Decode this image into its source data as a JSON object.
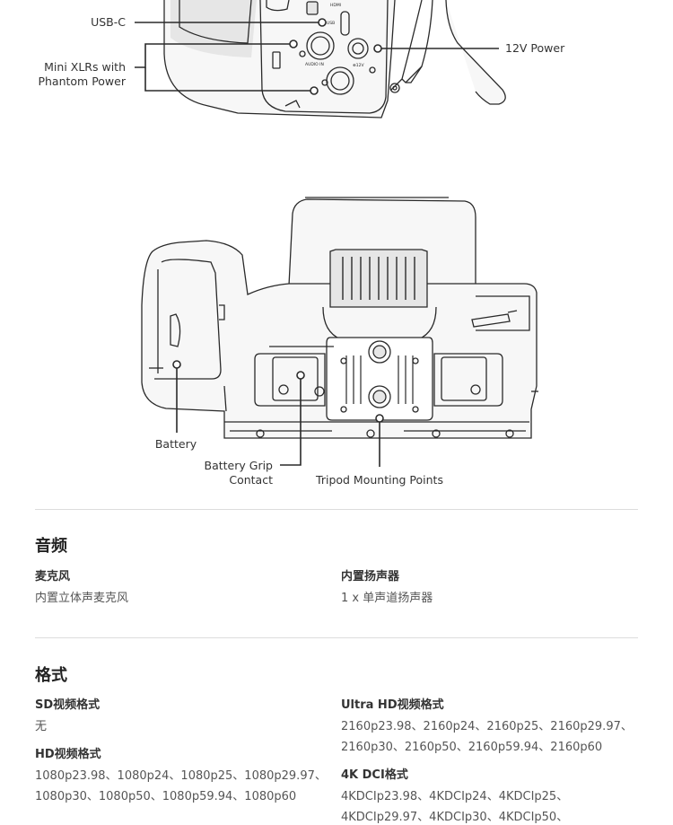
{
  "figure_top": {
    "callouts": {
      "usb_c": "USB-C",
      "mini_xlr": "Mini XLRs with\nPhantom Power",
      "power_12v": "12V Power"
    },
    "panel_labels": {
      "hdmi": "HDMI",
      "usb": "USB",
      "audio_in": "AUDIO IN",
      "v12": "⊕12V"
    }
  },
  "figure_bottom": {
    "callouts": {
      "battery": "Battery",
      "battery_grip": "Battery Grip\nContact",
      "tripod": "Tripod Mounting Points"
    }
  },
  "sections": [
    {
      "title": "音频",
      "specs": [
        {
          "label": "麦克风",
          "value": "内置立体声麦克风"
        },
        {
          "label": "内置扬声器",
          "value": "1 x 单声道扬声器"
        }
      ]
    },
    {
      "title": "格式",
      "specs": [
        {
          "label": "SD视频格式",
          "value": "无"
        },
        {
          "label": "Ultra HD视频格式",
          "value": "2160p23.98、2160p24、2160p25、2160p29.97、\n2160p30、2160p50、2160p59.94、2160p60"
        },
        {
          "label": "HD视频格式",
          "value": "1080p23.98、1080p24、1080p25、1080p29.97、\n1080p30、1080p50、1080p59.94、1080p60"
        },
        {
          "label": "4K DCI格式",
          "value": "4KDCIp23.98、4KDCIp24、4KDCIp25、\n4KDCIp29.97、4KDCIp30、4KDCIp50、"
        }
      ]
    }
  ],
  "colors": {
    "line": "#2a2a2a",
    "body_fill": "#f7f7f7",
    "shade": "#e6e6e6",
    "rule": "#dddddd"
  }
}
